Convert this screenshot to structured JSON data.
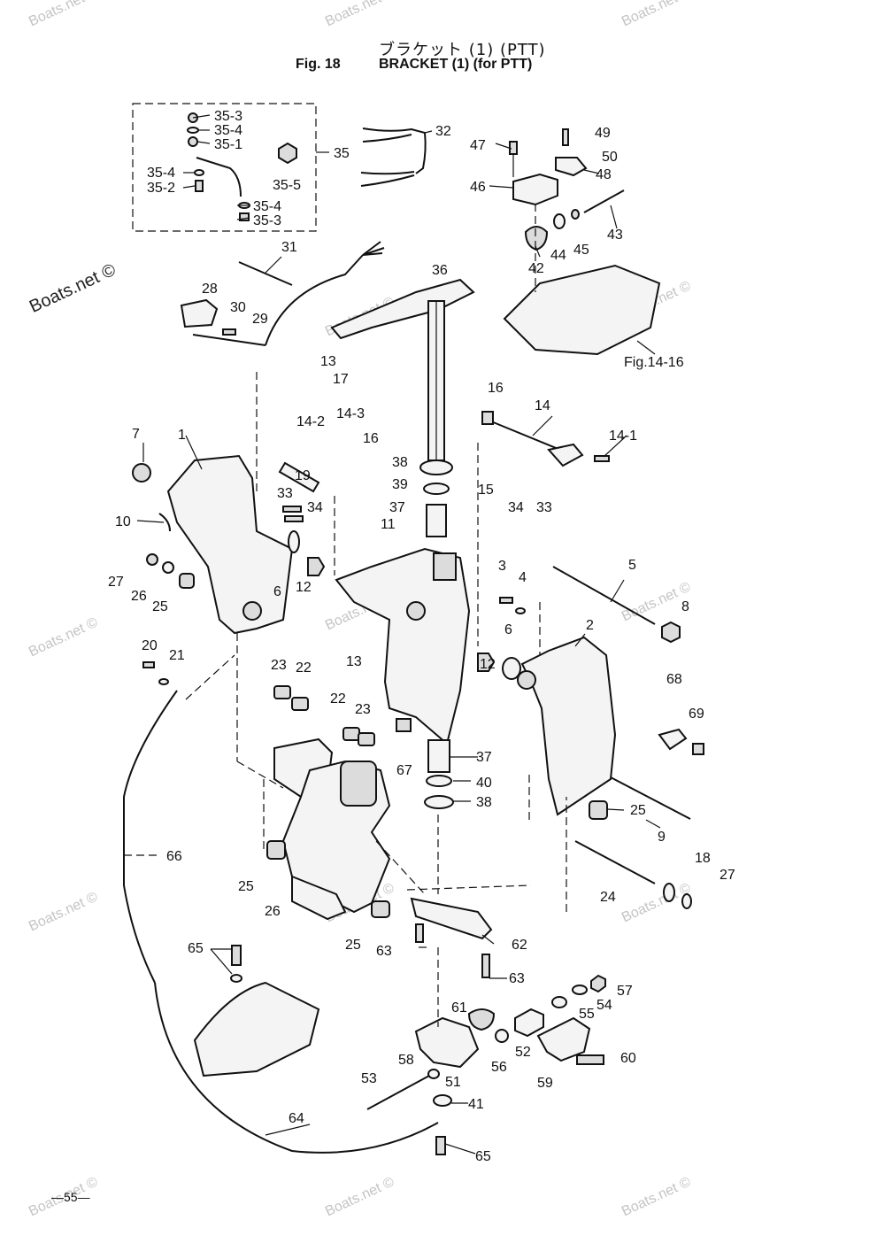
{
  "header": {
    "title_jp": "ブラケット (1) (PTT)",
    "fig_no": "Fig. 18",
    "title_en": "BRACKET (1) (for PTT)"
  },
  "watermark": "Boats.net ©",
  "page_number": "—55—",
  "reference": "Fig.14-16",
  "callouts": [
    "35-3",
    "35-4",
    "35-1",
    "35-4",
    "35-2",
    "35-5",
    "35-4",
    "35-3",
    "35",
    "32",
    "47",
    "49",
    "50",
    "48",
    "46",
    "43",
    "42",
    "44",
    "45",
    "31",
    "36",
    "28",
    "30",
    "29",
    "13",
    "17",
    "14-2",
    "14-3",
    "16",
    "16",
    "14",
    "14-1",
    "7",
    "1",
    "10",
    "19",
    "33",
    "34",
    "38",
    "39",
    "37",
    "15",
    "34",
    "33",
    "27",
    "26",
    "25",
    "6",
    "12",
    "11",
    "3",
    "4",
    "5",
    "8",
    "2",
    "20",
    "21",
    "13",
    "6",
    "12",
    "23",
    "22",
    "22",
    "23",
    "68",
    "69",
    "67",
    "37",
    "40",
    "38",
    "25",
    "9",
    "66",
    "25",
    "18",
    "26",
    "27",
    "24",
    "25",
    "63",
    "62",
    "63",
    "65",
    "57",
    "54",
    "55",
    "61",
    "52",
    "56",
    "60",
    "58",
    "51",
    "59",
    "53",
    "41",
    "64",
    "65"
  ],
  "colors": {
    "line": "#111111",
    "watermark": "#c4c4c4"
  }
}
